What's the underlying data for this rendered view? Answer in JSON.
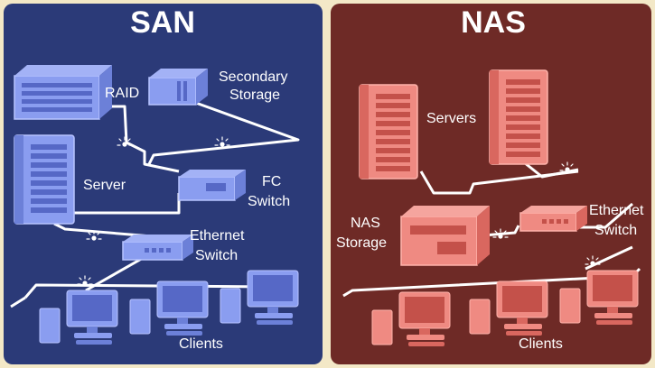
{
  "san": {
    "title": "SAN",
    "labels": {
      "raid": "RAID",
      "secondary_line1": "Secondary",
      "secondary_line2": "Storage",
      "server": "Server",
      "fc_line1": "FC",
      "fc_line2": "Switch",
      "eth_line1": "Ethernet",
      "eth_line2": "Switch",
      "clients": "Clients"
    }
  },
  "nas": {
    "title": "NAS",
    "labels": {
      "servers": "Servers",
      "storage_line1": "NAS",
      "storage_line2": "Storage",
      "eth_line1": "Ethernet",
      "eth_line2": "Switch",
      "clients": "Clients"
    }
  },
  "colors": {
    "san_bg": "#2b3a78",
    "nas_bg": "#6e2a26",
    "san_device": "#7f93ea",
    "nas_device": "#ea7b73",
    "cable": "#ffffff",
    "border": "#f3e8c7"
  }
}
